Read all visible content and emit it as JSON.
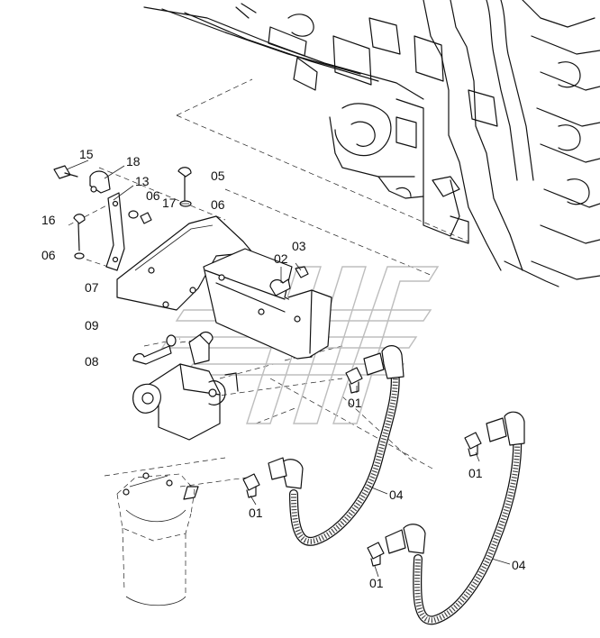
{
  "labels": {
    "p15": "15",
    "p18": "18",
    "p13": "13",
    "p17": "17",
    "p05": "05",
    "p06_bracket": "06",
    "p06_bolt": "06",
    "p16": "16",
    "p06_left": "06",
    "p07": "07",
    "p02": "02",
    "p03": "03",
    "p09": "09",
    "p08": "08",
    "p01_top": "01",
    "p04_center": "04",
    "p01_left": "01",
    "p01_right": "01",
    "p04_right": "04",
    "p01_bottom": "01"
  }
}
